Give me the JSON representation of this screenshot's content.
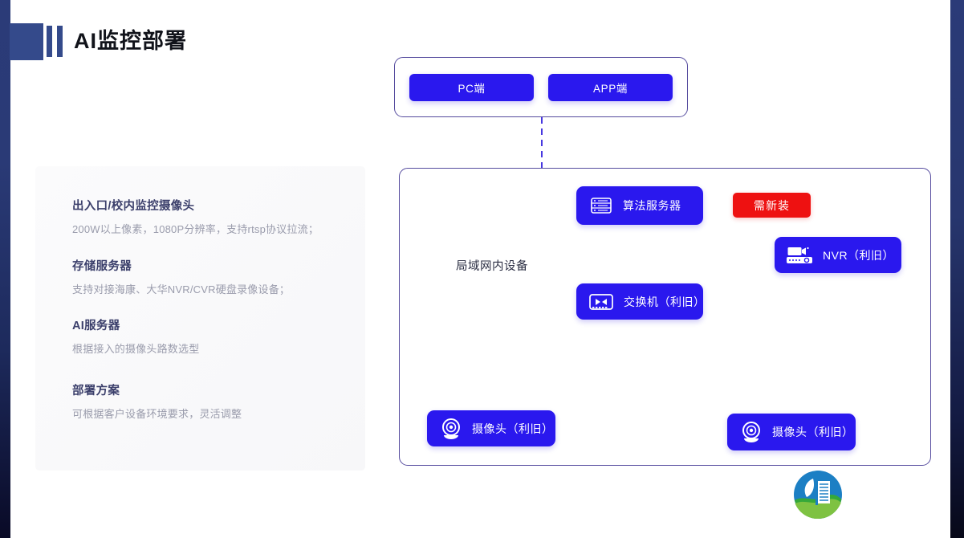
{
  "header": {
    "title": "AI监控部署",
    "accent_color": "#344a8b"
  },
  "info_card": {
    "items": [
      {
        "title": "出入口/校内监控摄像头",
        "desc": "200W以上像素，1080P分辨率，支持rtsp协议拉流；"
      },
      {
        "title": "存储服务器",
        "desc": "支持对接海康、大华NVR/CVR硬盘录像设备；"
      },
      {
        "title": "AI服务器",
        "desc": "根据接入的摄像头路数选型"
      },
      {
        "title": "部署方案",
        "desc": "可根据客户设备环境要求，灵活调整"
      }
    ]
  },
  "diagram": {
    "client_box": {
      "buttons": [
        {
          "label": "PC端",
          "icon": "desktop-icon"
        },
        {
          "label": "APP端",
          "icon": "mobile-icon"
        }
      ]
    },
    "lan_box": {
      "label": "局域网内设备"
    },
    "nodes": [
      {
        "id": "algo",
        "label": "算法服务器",
        "icon": "server-icon"
      },
      {
        "id": "nvr",
        "label": "NVR（利旧）",
        "icon": "nvr-recorder-icon"
      },
      {
        "id": "switch",
        "label": "交换机（利旧）",
        "icon": "network-switch-icon"
      },
      {
        "id": "cam1",
        "label": "摄像头（利旧）",
        "icon": "dome-camera-icon"
      },
      {
        "id": "cam2",
        "label": "摄像头（利旧）",
        "icon": "dome-camera-icon"
      }
    ],
    "badge": {
      "label": "需新装",
      "color": "#ee1111"
    },
    "node_color": "#2a18ee",
    "border_color": "#554b9e",
    "wire_color": "#3322dd"
  },
  "branding": {
    "logo_name": "book-leaf-logo",
    "watermark": ""
  }
}
